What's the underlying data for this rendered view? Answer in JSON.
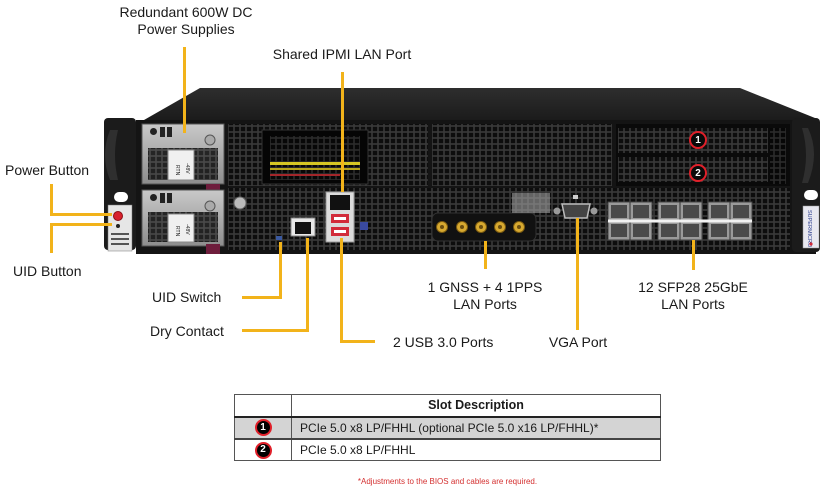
{
  "callouts": {
    "power_supplies": [
      "Redundant 600W DC",
      "Power Supplies"
    ],
    "ipmi_lan": "Shared IPMI LAN Port",
    "power_button": "Power Button",
    "uid_button": "UID Button",
    "uid_switch": "UID Switch",
    "dry_contact": "Dry Contact",
    "usb_ports": "2 USB 3.0 Ports",
    "gnss_ports": [
      "1 GNSS + 4 1PPS",
      "LAN Ports"
    ],
    "vga_port": "VGA Port",
    "sfp_ports": [
      "12 SFP28 25GbE",
      "LAN Ports"
    ]
  },
  "chassis": {
    "slot_markers": [
      "1",
      "2"
    ],
    "psu_labels": [
      "RTN",
      "-48V"
    ],
    "brand": "SUPERMICRO"
  },
  "slot_table": {
    "header": "Slot Description",
    "rows": [
      {
        "slot": "1",
        "description": "PCIe 5.0 x8 LP/FHHL (optional PCIe 5.0 x16 LP/FHHL)*"
      },
      {
        "slot": "2",
        "description": "PCIe 5.0 x8 LP/FHHL"
      }
    ],
    "footnote": "*Adjustments to the BIOS and cables are required."
  },
  "colors": {
    "leader_line": "#f2b31a",
    "badge_ring": "#e0202a",
    "footnote": "#d43030"
  }
}
